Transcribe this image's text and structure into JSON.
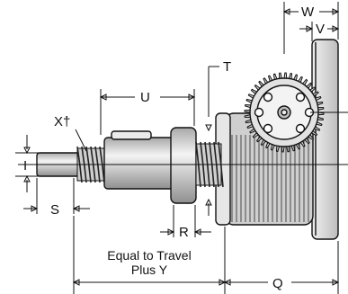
{
  "dimension_labels": {
    "w": "W",
    "v": "V",
    "t": "T",
    "u": "U",
    "x": "X†",
    "i": "I",
    "s": "S",
    "r": "R",
    "q": "Q",
    "equal_line1": "Equal to Travel",
    "equal_line2": "Plus Y"
  },
  "colors": {
    "ink": "#111111",
    "body_fill": "#d9d9d9",
    "highlight": "#f2f2f2",
    "shadow": "#9a9a9a"
  }
}
